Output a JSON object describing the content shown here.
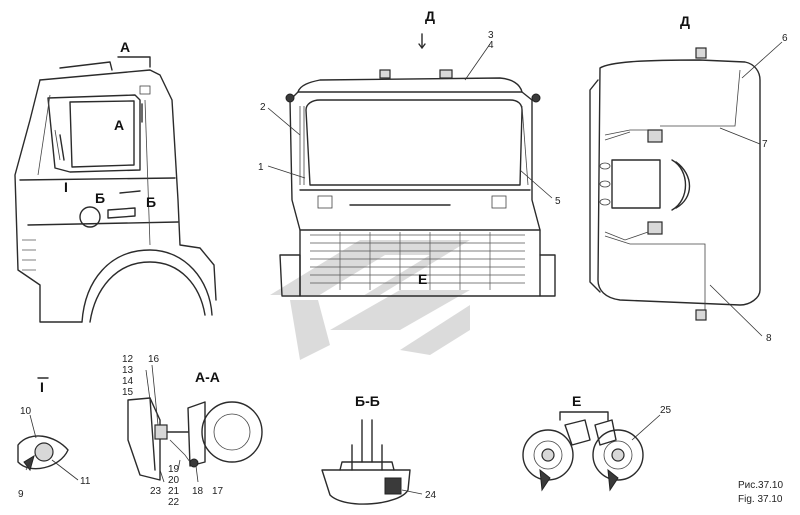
{
  "views": {
    "A": "А",
    "A_arrow": "А",
    "D_top": "Д",
    "D_right": "Д",
    "I_side": "I",
    "B1": "Б",
    "B2": "Б",
    "E_grille": "Е",
    "I_detail": "I",
    "AA": "А-А",
    "BB": "Б-Б",
    "E_detail": "Е"
  },
  "labels": {
    "n1": "1",
    "n2": "2",
    "n3": "3",
    "n4": "4",
    "n5": "5",
    "n6": "6",
    "n7": "7",
    "n8": "8",
    "n9": "9",
    "n10": "10",
    "n11": "11",
    "n12": "12",
    "n13": "13",
    "n14": "14",
    "n15": "15",
    "n16": "16",
    "n17": "17",
    "n18": "18",
    "n19": "19",
    "n20": "20",
    "n21": "21",
    "n22": "22",
    "n23": "23",
    "n24": "24",
    "n25": "25"
  },
  "caption": {
    "ru": "Рис.37.10",
    "en": "Fig. 37.10"
  }
}
